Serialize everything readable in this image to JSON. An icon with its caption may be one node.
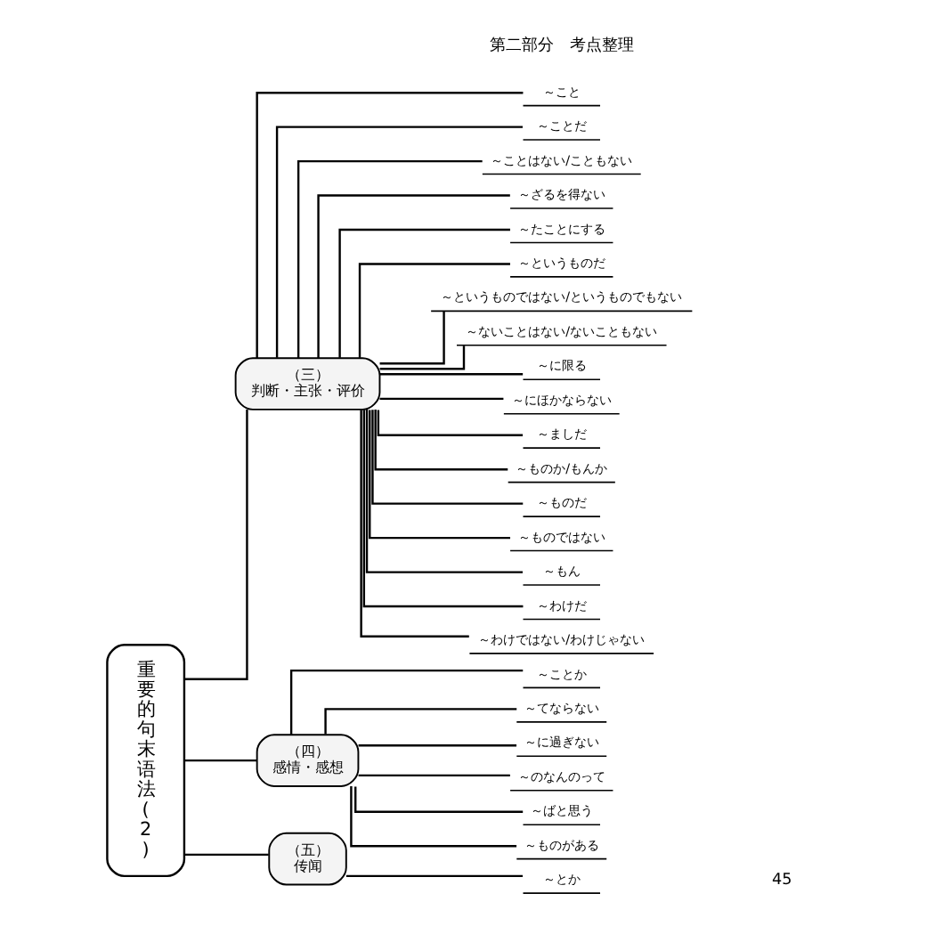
{
  "diagram": {
    "nodes": [
      {
        "text": [
          "重要的句末语法(2)"
        ]
      },
      {
        "text": [
          "（三）",
          "判断・主张・评价"
        ]
      },
      {
        "text": [
          "～こと"
        ]
      },
      {
        "text": [
          "～ことだ"
        ]
      },
      {
        "text": [
          "～ことはない/こともない"
        ]
      },
      {
        "text": [
          "～ざるを得ない"
        ]
      },
      {
        "text": [
          "～たことにする"
        ]
      },
      {
        "text": [
          "～というものだ"
        ]
      },
      {
        "text": [
          "～というものではない/というものでもない"
        ]
      },
      {
        "text": [
          "～ないことはない/ないこともない"
        ]
      },
      {
        "text": [
          "～に限る"
        ]
      },
      {
        "text": [
          "～にほかならない"
        ]
      },
      {
        "text": [
          "～ましだ"
        ]
      },
      {
        "text": [
          "～ものか/もんか"
        ]
      },
      {
        "text": [
          "～ものだ"
        ]
      },
      {
        "text": [
          "～ものではない"
        ]
      },
      {
        "text": [
          "～もん"
        ]
      },
      {
        "text": [
          "～わけだ"
        ]
      },
      {
        "text": [
          "～わけではない/わけじゃない"
        ]
      },
      {
        "text": [
          "（四）",
          "感情・感想"
        ]
      },
      {
        "text": [
          "～ことか"
        ]
      },
      {
        "text": [
          "～てならない"
        ]
      },
      {
        "text": [
          "～に過ぎない"
        ]
      },
      {
        "text": [
          "～のなんのって"
        ]
      },
      {
        "text": [
          "～ばと思う"
        ]
      },
      {
        "text": [
          "～ものがある"
        ]
      },
      {
        "text": [
          "（五）",
          "传闻"
        ]
      },
      {
        "text": [
          "～とか"
        ]
      }
    ],
    "edges": [
      {
        "from": 0,
        "to": 1,
        "arrow": "none"
      },
      {
        "from": 1,
        "to": 2,
        "arrow": "none"
      },
      {
        "from": 1,
        "to": 3,
        "arrow": "none"
      },
      {
        "from": 1,
        "to": 4,
        "arrow": "none"
      },
      {
        "from": 1,
        "to": 5,
        "arrow": "none"
      },
      {
        "from": 1,
        "to": 6,
        "arrow": "none"
      },
      {
        "from": 1,
        "to": 7,
        "arrow": "none"
      },
      {
        "from": 1,
        "to": 8,
        "arrow": "none"
      },
      {
        "from": 1,
        "to": 9,
        "arrow": "none"
      },
      {
        "from": 1,
        "to": 10,
        "arrow": "none"
      },
      {
        "from": 1,
        "to": 11,
        "arrow": "none"
      },
      {
        "from": 1,
        "to": 12,
        "arrow": "none"
      },
      {
        "from": 1,
        "to": 13,
        "arrow": "none"
      },
      {
        "from": 1,
        "to": 14,
        "arrow": "none"
      },
      {
        "from": 1,
        "to": 15,
        "arrow": "none"
      },
      {
        "from": 1,
        "to": 16,
        "arrow": "none"
      },
      {
        "from": 1,
        "to": 17,
        "arrow": "none"
      },
      {
        "from": 1,
        "to": 18,
        "arrow": "none"
      },
      {
        "from": 0,
        "to": 19,
        "arrow": "none"
      },
      {
        "from": 19,
        "to": 20,
        "arrow": "none"
      },
      {
        "from": 19,
        "to": 21,
        "arrow": "none"
      },
      {
        "from": 19,
        "to": 22,
        "arrow": "none"
      },
      {
        "from": 19,
        "to": 23,
        "arrow": "none"
      },
      {
        "from": 19,
        "to": 24,
        "arrow": "none"
      },
      {
        "from": 19,
        "to": 25,
        "arrow": "none"
      },
      {
        "from": 0,
        "to": 26,
        "arrow": "none"
      },
      {
        "from": 26,
        "to": 27,
        "arrow": "none"
      }
    ],
    "labels": [
      "第二部分　考点整理",
      "45"
    ]
  }
}
